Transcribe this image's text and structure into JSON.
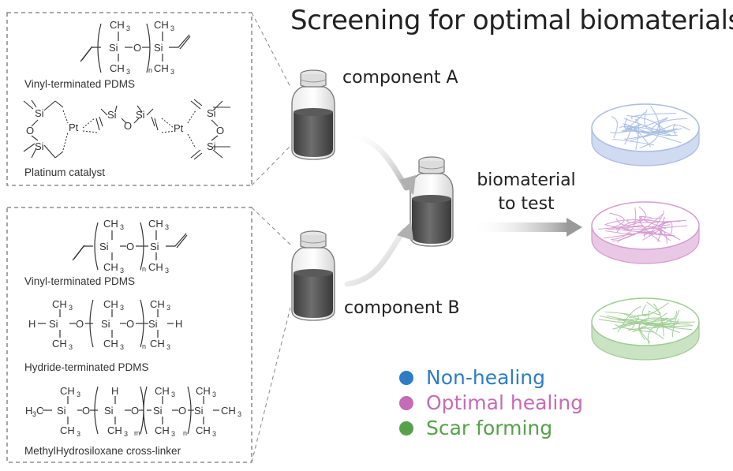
{
  "title": "Screening for optimal biomaterials",
  "panel_top": {
    "captions": [
      "Vinyl-terminated PDMS",
      "Platinum catalyst"
    ]
  },
  "panel_bottom": {
    "captions": [
      "Vinyl-terminated PDMS",
      "Hydride-terminated PDMS",
      "MethylHydrosiloxane cross-linker"
    ]
  },
  "chem": {
    "ch3": "CH",
    "three": "3",
    "si": "Si",
    "o": "O",
    "h": "H",
    "pt": "Pt",
    "h3c": "H",
    "n": "n",
    "m": "m"
  },
  "components": {
    "a": "component A",
    "b": "component B"
  },
  "biomaterial_label_line1": "biomaterial",
  "biomaterial_label_line2": "to test",
  "legend": [
    {
      "label": "Non-healing",
      "color": "#2e7dc4"
    },
    {
      "label": "Optimal healing",
      "color": "#c56cb6"
    },
    {
      "label": "Scar forming",
      "color": "#55a24a"
    }
  ],
  "dish_colors": [
    "#a9bce3",
    "#d79ad0",
    "#9fcc92"
  ]
}
